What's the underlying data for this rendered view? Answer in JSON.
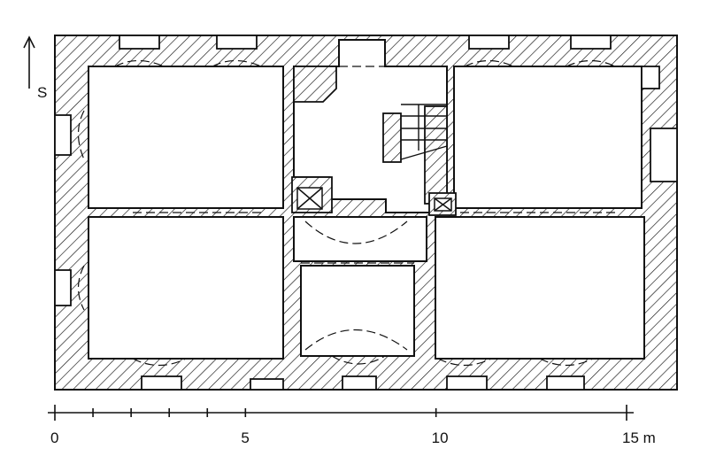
{
  "orientation": {
    "label": "S"
  },
  "scale_bar": {
    "ticks": [
      0,
      1,
      2,
      3,
      4,
      5,
      10,
      15
    ],
    "labels": [
      "0",
      "5",
      "10",
      "15 m"
    ],
    "label_values": [
      0,
      5,
      10,
      15
    ]
  },
  "colors": {
    "ink": "#111111",
    "paper": "#ffffff"
  }
}
